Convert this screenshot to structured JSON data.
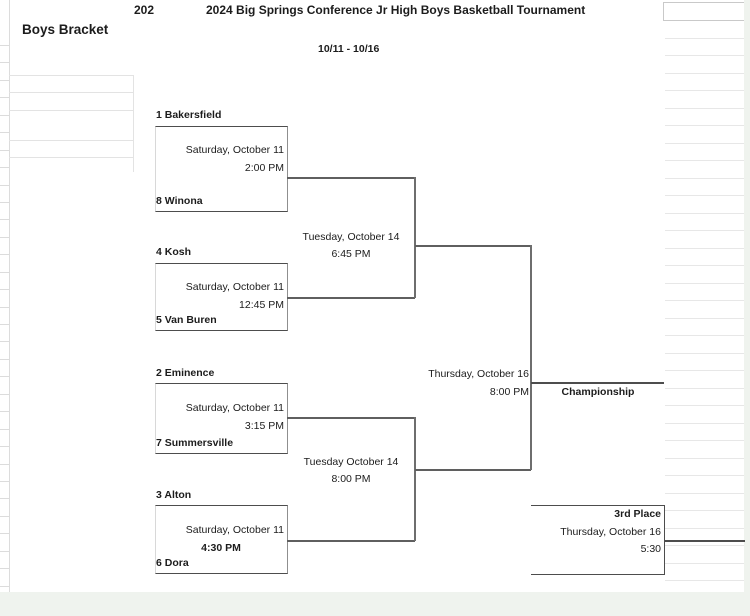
{
  "header": {
    "cell_value": "202",
    "title": "2024 Big Springs Conference Jr High Boys Basketball Tournament",
    "bracket_label": "Boys Bracket",
    "date_range": "10/11 - 10/16"
  },
  "bracket": {
    "round1": [
      {
        "top_seed": "1 Bakersfield",
        "bottom_seed": "8 Winona",
        "date": "Saturday, October 11",
        "time": "2:00 PM"
      },
      {
        "top_seed": "4 Kosh",
        "bottom_seed": "5 Van Buren",
        "date": "Saturday, October 11",
        "time": "12:45 PM"
      },
      {
        "top_seed": "2 Eminence",
        "bottom_seed": "7 Summersville",
        "date": "Saturday, October 11",
        "time": "3:15 PM"
      },
      {
        "top_seed": "3 Alton",
        "bottom_seed": "6 Dora",
        "date": "Saturday, October 11",
        "time": "4:30 PM"
      }
    ],
    "semifinals": [
      {
        "date": "Tuesday, October 14",
        "time": "6:45 PM"
      },
      {
        "date": "Tuesday October 14",
        "time": "8:00 PM"
      }
    ],
    "championship": {
      "label": "Championship",
      "date": "Thursday, October 16",
      "time": "8:00 PM"
    },
    "third_place": {
      "label": "3rd Place",
      "date": "Thursday, October 16",
      "time": "5:30"
    }
  },
  "colors": {
    "background": "#ffffff",
    "bracket_line_dark": "#4d4d4d",
    "bracket_line_mid": "#6e6e6e",
    "gridline": "#e7e7e7",
    "sheet_margin_band": "#eff3ee",
    "text": "#1c1c1c"
  }
}
